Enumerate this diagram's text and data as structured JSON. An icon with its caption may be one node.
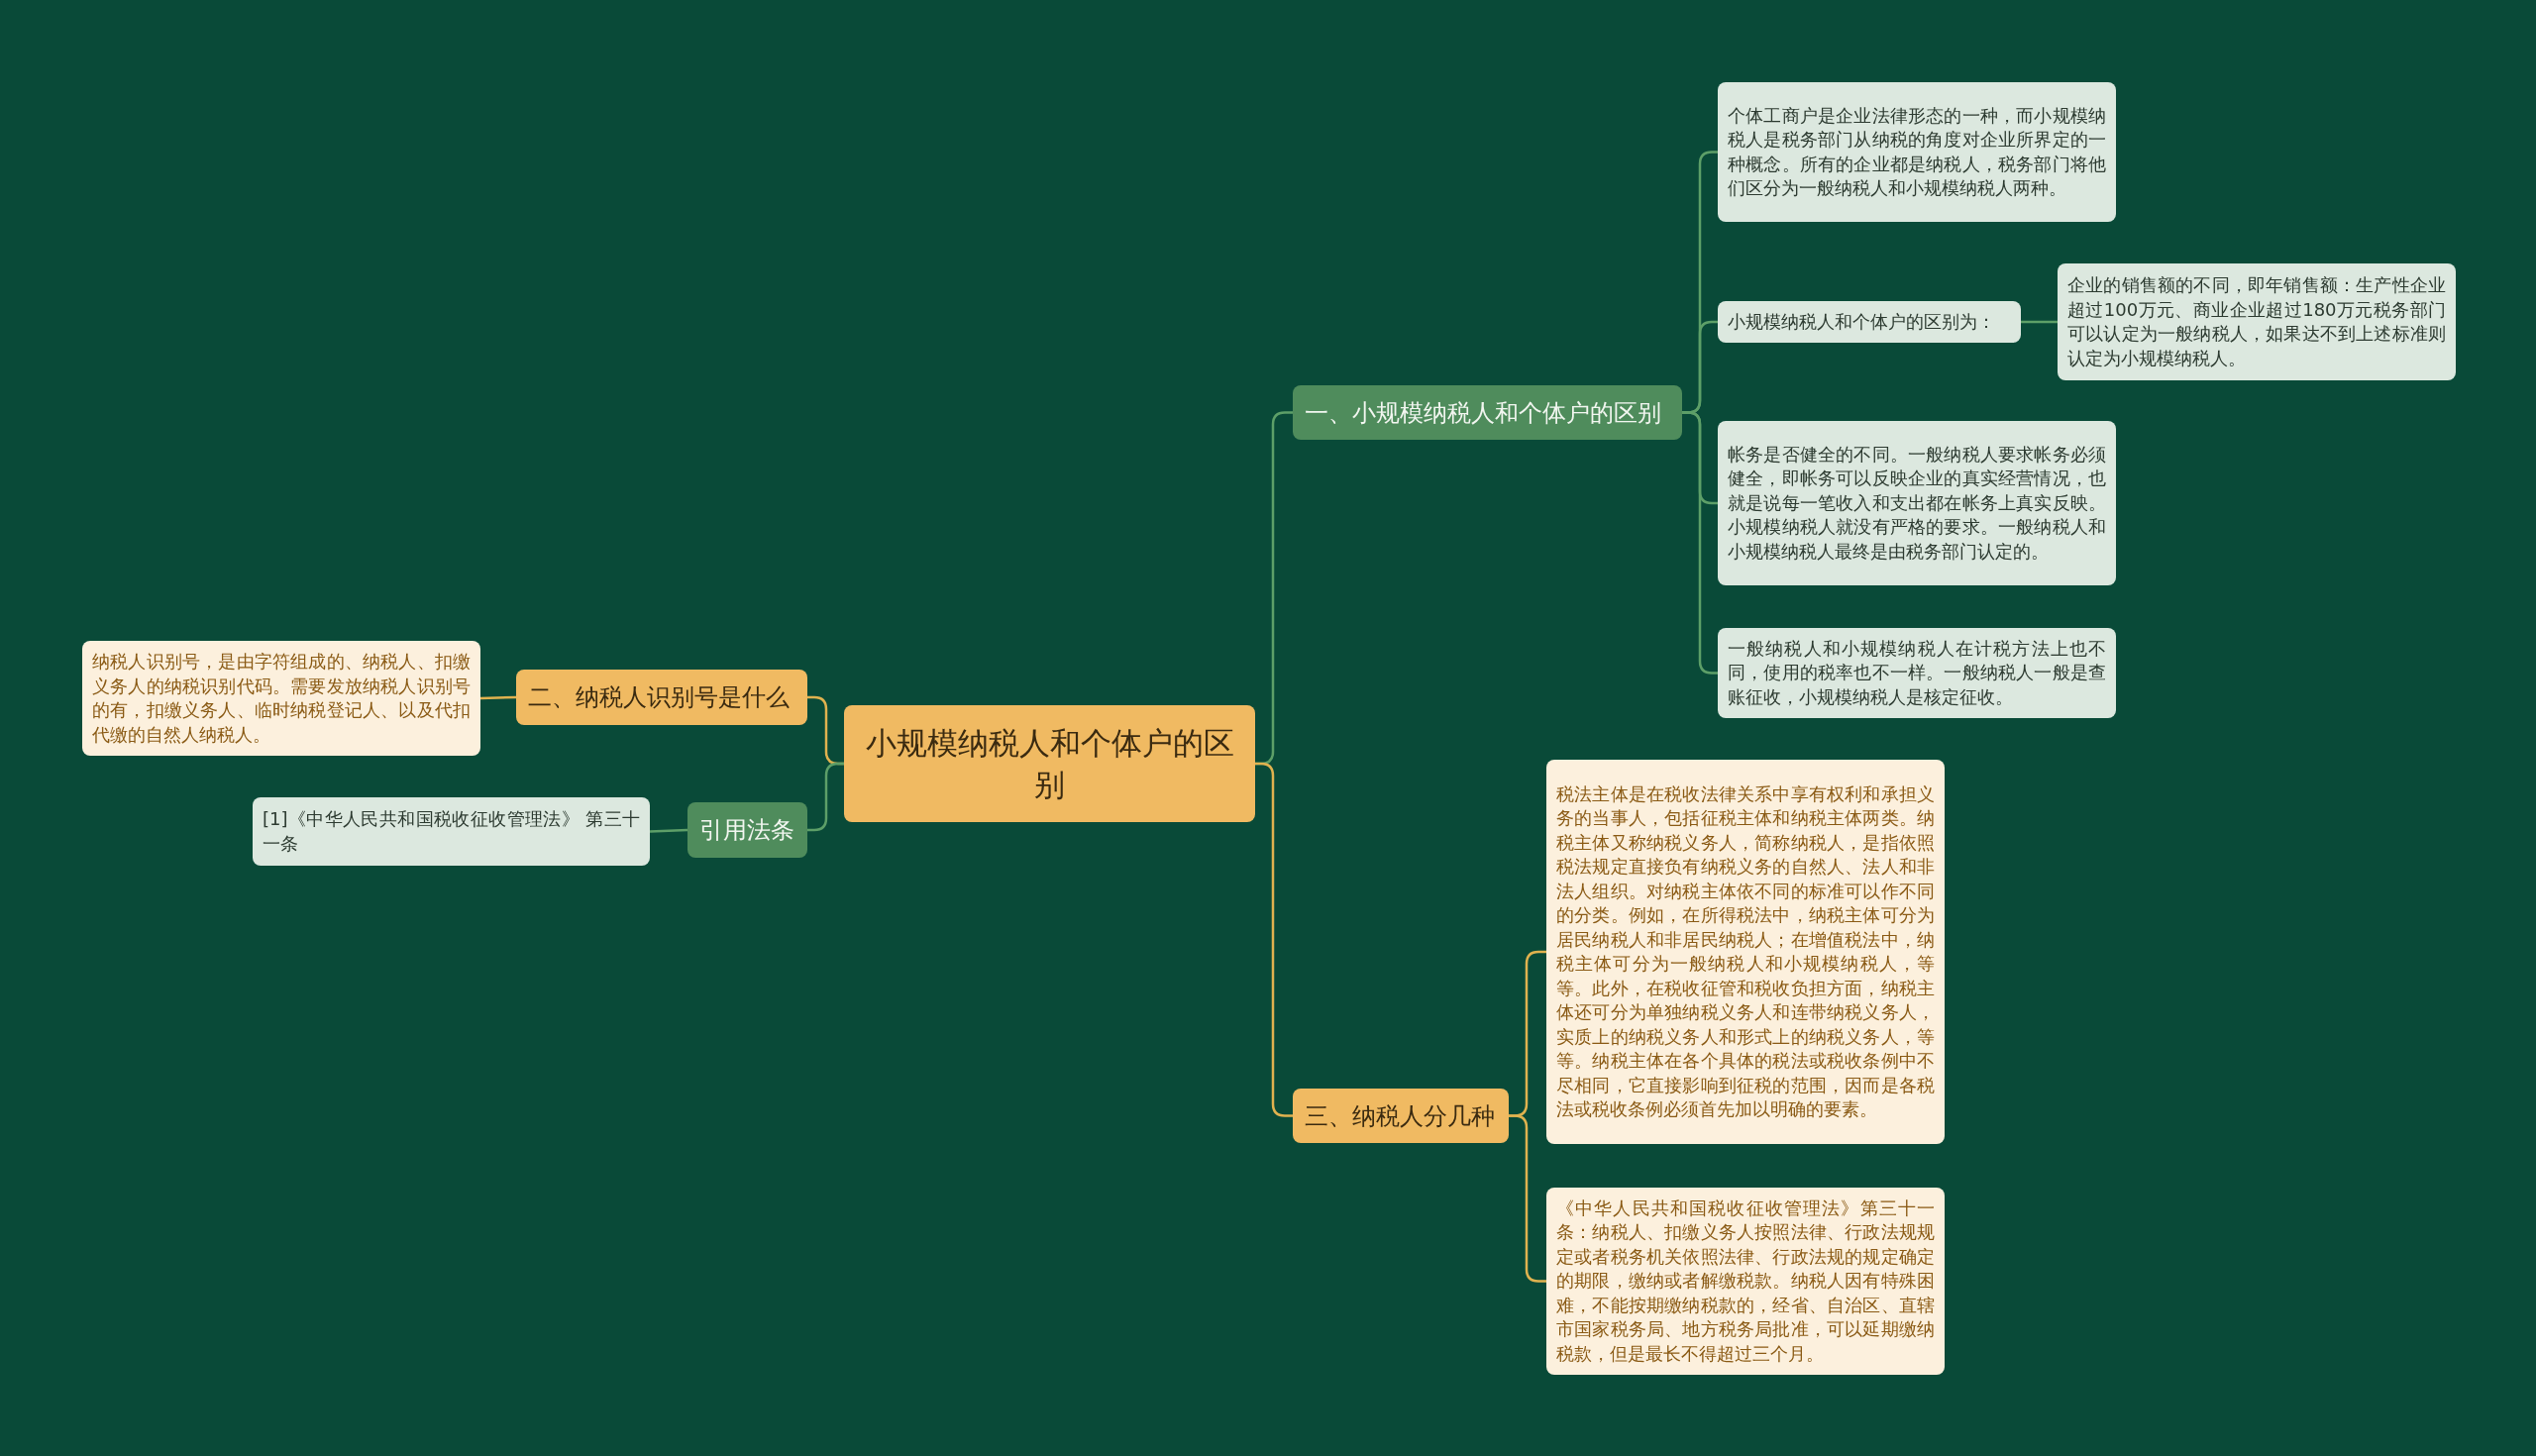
{
  "diagram": {
    "nodes": [
      {
        "text": [
          "小规模纳税人和个体户的区别"
        ]
      },
      {
        "text": [
          "一、小规模纳税人和个体户的区别"
        ]
      },
      {
        "text": [
          "个体工商户是企业法律形态的一种，而小规模纳税人是税务部门从纳税的角度对企业所界定的一种概念。所有的企业都是纳税人，税务部门将他们区分为一般纳税人和小规模纳税人两种。"
        ]
      },
      {
        "text": [
          "小规模纳税人和个体户的区别为："
        ]
      },
      {
        "text": [
          "企业的销售额的不同，即年销售额：生产性企业超过100万元、商业企业超过180万元税务部门可以认定为一般纳税人，如果达不到上述标准则认定为小规模纳税人。"
        ]
      },
      {
        "text": [
          "帐务是否健全的不同。一般纳税人要求帐务必须健全，即帐务可以反映企业的真实经营情况，也就是说每一笔收入和支出都在帐务上真实反映。小规模纳税人就没有严格的要求。一般纳税人和小规模纳税人最终是由税务部门认定的。"
        ]
      },
      {
        "text": [
          "一般纳税人和小规模纳税人在计税方法上也不同，使用的税率也不一样。一般纳税人一般是查账征收，小规模纳税人是核定征收。"
        ]
      },
      {
        "text": [
          "三、纳税人分几种"
        ]
      },
      {
        "text": [
          "税法主体是在税收法律关系中享有权利和承担义务的当事人，包括征税主体和纳税主体两类。纳税主体又称纳税义务人，简称纳税人，是指依照税法规定直接负有纳税义务的自然人、法人和非法人组织。对纳税主体依不同的标准可以作不同的分类。例如，在所得税法中，纳税主体可分为居民纳税人和非居民纳税人；在增值税法中，纳税主体可分为一般纳税人和小规模纳税人，等等。此外，在税收征管和税收负担方面，纳税主体还可分为单独纳税义务人和连带纳税义务人，实质上的纳税义务人和形式上的纳税义务人，等等。纳税主体在各个具体的税法或税收条例中不尽相同，它直接影响到征税的范围，因而是各税法或税收条例必须首先加以明确的要素。"
        ]
      },
      {
        "text": [
          "《中华人民共和国税收征收管理法》第三十一条：纳税人、扣缴义务人按照法律、行政法规规定或者税务机关依照法律、行政法规的规定确定的期限，缴纳或者解缴税款。纳税人因有特殊困难，不能按期缴纳税款的，经省、自治区、直辖市国家税务局、地方税务局批准，可以延期缴纳税款，但是最长不得超过三个月。"
        ]
      },
      {
        "text": [
          "二、纳税人识别号是什么"
        ]
      },
      {
        "text": [
          "纳税人识别号，是由字符组成的、纳税人、扣缴义务人的纳税识别代码。需要发放纳税人识别号的有，扣缴义务人、临时纳税登记人、以及代扣代缴的自然人纳税人。"
        ]
      },
      {
        "text": [
          "引用法条"
        ]
      },
      {
        "text": [
          "[1]《中华人民共和国税收征收管理法》 第三十一条"
        ]
      }
    ],
    "edges": [
      {
        "from": 0,
        "to": 1,
        "arrow": "none"
      },
      {
        "from": 0,
        "to": 7,
        "arrow": "none",
        "color": "#e0b24f"
      },
      {
        "from": 0,
        "to": 10,
        "arrow": "none",
        "color": "#e0b24f"
      },
      {
        "from": 0,
        "to": 12,
        "arrow": "none"
      },
      {
        "from": 1,
        "to": 2,
        "arrow": "none"
      },
      {
        "from": 1,
        "to": 3,
        "arrow": "none"
      },
      {
        "from": 1,
        "to": 5,
        "arrow": "none"
      },
      {
        "from": 1,
        "to": 6,
        "arrow": "none"
      },
      {
        "from": 3,
        "to": 4,
        "arrow": "none"
      },
      {
        "from": 7,
        "to": 8,
        "arrow": "none",
        "color": "#e0b24f"
      },
      {
        "from": 7,
        "to": 9,
        "arrow": "none",
        "color": "#e0b24f"
      },
      {
        "from": 10,
        "to": 11,
        "arrow": "none",
        "color": "#e0b24f"
      },
      {
        "from": 12,
        "to": 13,
        "arrow": "none"
      }
    ]
  }
}
